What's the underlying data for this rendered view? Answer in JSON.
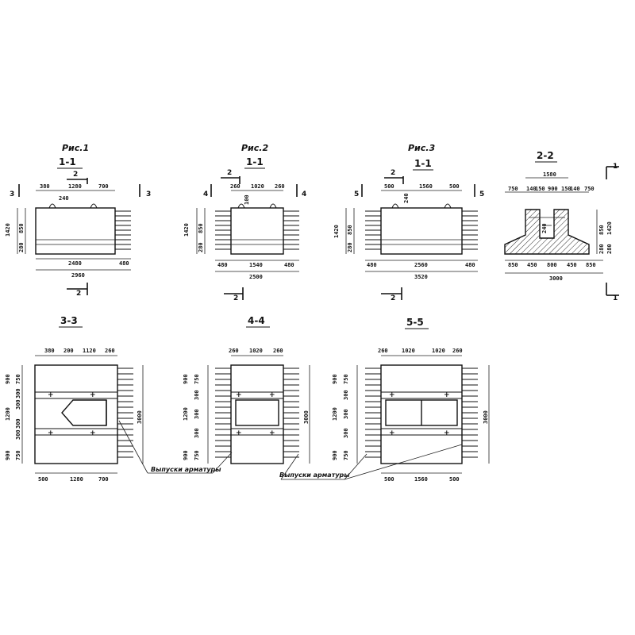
{
  "figures": {
    "fig1": {
      "title": "Рис.1",
      "section": "1-1",
      "dims": [
        "380",
        "1280",
        "700",
        "240",
        "2480",
        "480",
        "2960",
        "1420",
        "850",
        "280"
      ],
      "marks": [
        "3",
        "3",
        "2",
        "2"
      ]
    },
    "fig2": {
      "title": "Рис.2",
      "section": "1-1",
      "dims": [
        "260",
        "1020",
        "260",
        "100",
        "480",
        "1540",
        "480",
        "2500",
        "1420",
        "850",
        "280"
      ],
      "marks": [
        "4",
        "4",
        "2",
        "2"
      ]
    },
    "fig3": {
      "title": "Рис.3",
      "section": "1-1",
      "dims": [
        "500",
        "1560",
        "500",
        "240",
        "480",
        "2560",
        "480",
        "3520",
        "1420",
        "850",
        "280"
      ],
      "marks": [
        "5",
        "5",
        "2",
        "2"
      ]
    },
    "fig22": {
      "section": "2-2",
      "dims": [
        "1580",
        "750",
        "140",
        "150",
        "900",
        "150",
        "140",
        "750",
        "240",
        "850",
        "450",
        "800",
        "450",
        "850",
        "3000",
        "1420",
        "850",
        "280",
        "280"
      ],
      "marks": [
        "1",
        "1"
      ]
    }
  },
  "plans": {
    "p33": {
      "section": "3-3",
      "top": [
        "380",
        "200",
        "1120",
        "260"
      ],
      "left": [
        "900",
        "750",
        "1200",
        "300",
        "300",
        "300",
        "300",
        "750",
        "900"
      ],
      "right": "3000",
      "bottom": [
        "500",
        "1280",
        "700"
      ]
    },
    "p44": {
      "section": "4-4",
      "top": [
        "260",
        "1020",
        "260"
      ],
      "left": [
        "900",
        "750",
        "1200",
        "300",
        "300",
        "300",
        "750",
        "900"
      ],
      "right": "3000",
      "bottom": []
    },
    "p55": {
      "section": "5-5",
      "top": [
        "260",
        "1020",
        "1020",
        "260"
      ],
      "left": [
        "900",
        "750",
        "1200",
        "300",
        "300",
        "300",
        "750",
        "900"
      ],
      "right": "3000",
      "bottom": [
        "500",
        "1560",
        "500"
      ]
    }
  },
  "notes": {
    "rebar_outlets_1": "Выпуски арматуры",
    "rebar_outlets_2": "Выпуски арматуры"
  }
}
